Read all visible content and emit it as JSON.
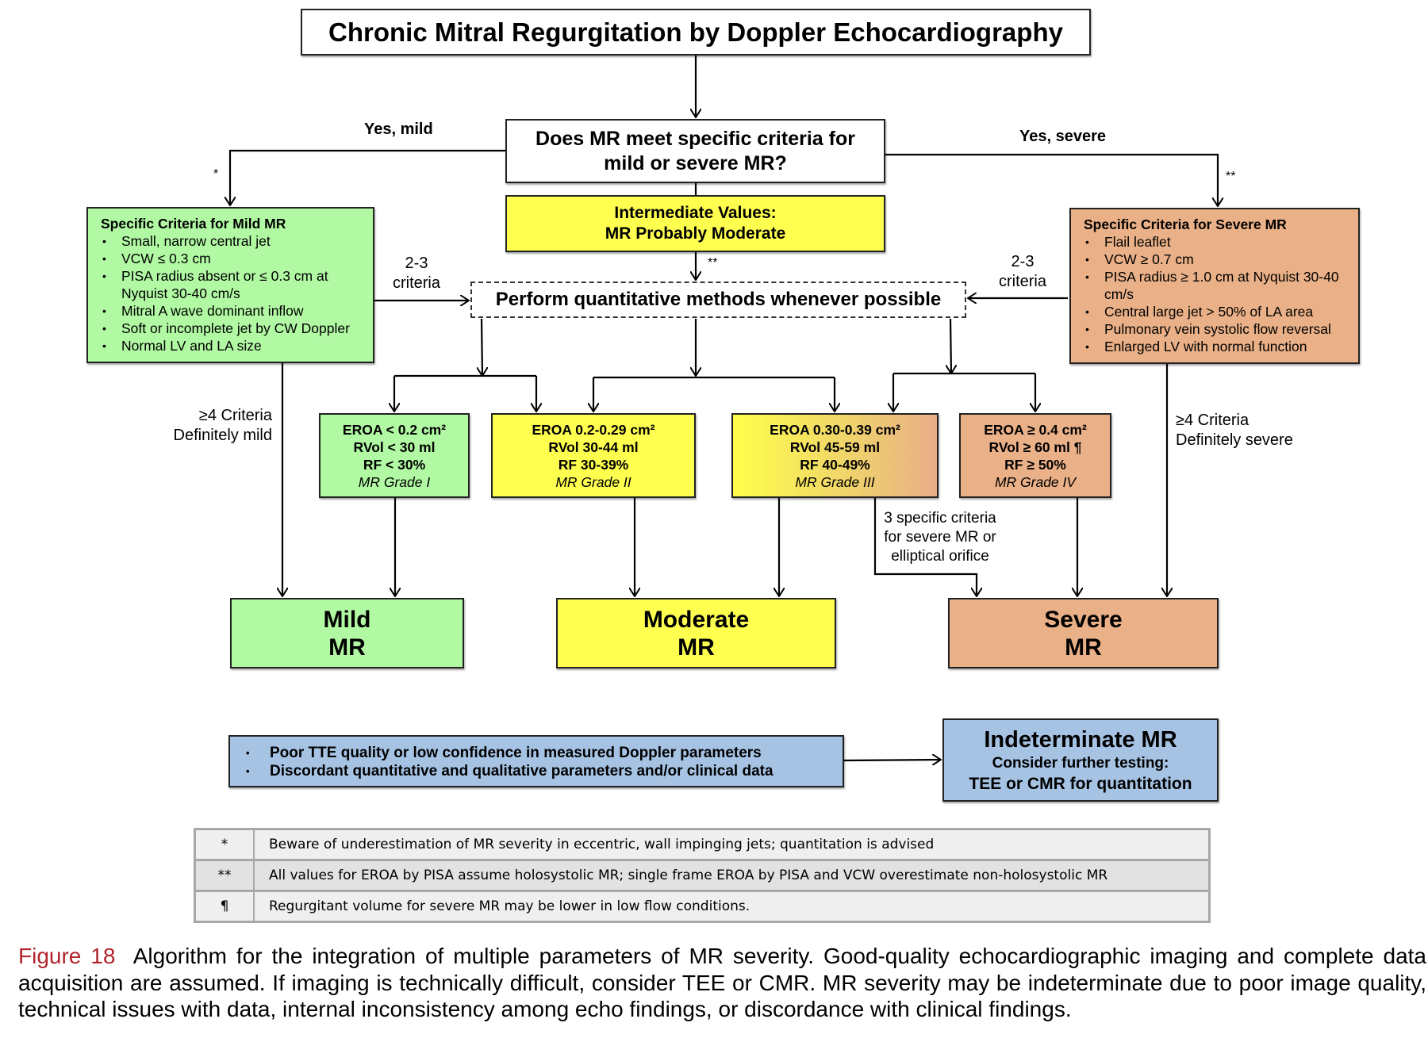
{
  "title": "Chronic Mitral Regurgitation by Doppler Echocardiography",
  "question": {
    "line1": "Does MR  meet specific criteria for",
    "line2": "mild or severe MR?"
  },
  "branches": {
    "mild_label": "Yes, mild",
    "severe_label": "Yes, severe",
    "mild_marker": "*",
    "severe_marker": "**",
    "intermediate_marker": "**"
  },
  "intermediate": {
    "line1": "Intermediate Values:",
    "line2": "MR Probably Moderate"
  },
  "mild_criteria": {
    "header": "Specific Criteria for Mild MR",
    "items": [
      "Small, narrow central jet",
      "VCW ≤ 0.3 cm",
      "PISA radius absent or  ≤ 0.3 cm at Nyquist 30-40 cm/s",
      "Mitral A wave dominant inflow",
      "Soft or incomplete jet by CW Doppler",
      "Normal LV and LA size"
    ]
  },
  "severe_criteria": {
    "header": "Specific Criteria for Severe MR",
    "items": [
      "Flail leaflet",
      "VCW  ≥ 0.7 cm",
      "PISA radius ≥ 1.0 cm at Nyquist 30-40 cm/s",
      "Central large jet > 50% of LA area",
      "Pulmonary vein systolic flow reversal",
      "Enlarged LV with normal function"
    ]
  },
  "criteria_2_3": {
    "left_line1": "2-3",
    "left_line2": "criteria",
    "right_line1": "2-3",
    "right_line2": "criteria"
  },
  "quantitative": "Perform quantitative methods  whenever possible",
  "definite": {
    "mild_line1": "≥4 Criteria",
    "mild_line2": "Definitely mild",
    "severe_line1": "≥4 Criteria",
    "severe_line2": "Definitely severe"
  },
  "grades": [
    {
      "eroa": "EROA < 0.2 cm²",
      "rvol": "RVol < 30 ml",
      "rf": "RF < 30%",
      "grade": "MR Grade I"
    },
    {
      "eroa": "EROA 0.2-0.29 cm²",
      "rvol": "RVol 30-44 ml",
      "rf": "RF 30-39%",
      "grade": "MR Grade II"
    },
    {
      "eroa": "EROA 0.30-0.39 cm²",
      "rvol": "RVol 45-59 ml",
      "rf": "RF 40-49%",
      "grade": "MR Grade III"
    },
    {
      "eroa": "EROA ≥ 0.4 cm²",
      "rvol": "RVol ≥ 60 ml ¶",
      "rf": "RF ≥ 50%",
      "grade": "MR Grade IV"
    }
  ],
  "grade3_severe_note": {
    "line1": "3 specific criteria",
    "line2": "for severe MR or",
    "line3": "elliptical orifice"
  },
  "finals": {
    "mild": {
      "line1": "Mild",
      "line2": "MR"
    },
    "moderate": {
      "line1": "Moderate",
      "line2": "MR"
    },
    "severe": {
      "line1": "Severe",
      "line2": "MR"
    }
  },
  "quality_issues": [
    "Poor TTE quality or low confidence in measured Doppler parameters",
    "Discordant quantitative and qualitative parameters and/or clinical data"
  ],
  "indeterminate": {
    "title": "Indeterminate MR",
    "line1": "Consider further testing:",
    "line2": "TEE or CMR for quantitation"
  },
  "footnotes": [
    {
      "symbol": "*",
      "text": "Beware of underestimation of MR severity in eccentric, wall impinging jets; quantitation is advised"
    },
    {
      "symbol": "**",
      "text": "All values for EROA by PISA assume holosystolic MR; single frame EROA by PISA and VCW overestimate non-holosystolic MR"
    },
    {
      "symbol": "¶",
      "text": "Regurgitant volume for severe MR may be lower in low flow conditions."
    }
  ],
  "caption": {
    "figure_label": "Figure 18",
    "text": "Algorithm for the integration of multiple parameters of MR severity. Good-quality echocardiographic imaging and complete data acquisition are assumed. If imaging is technically difficult, consider TEE or CMR. MR severity may be indeterminate due to poor image quality, technical issues with data, internal inconsistency among echo findings, or discordance with clinical findings."
  },
  "colors": {
    "mild": "#b1f9a3",
    "moderate": "#ffff4f",
    "severe": "#eab087",
    "indeterminate": "#a6c3e4",
    "figure_label": "#b0242c"
  }
}
